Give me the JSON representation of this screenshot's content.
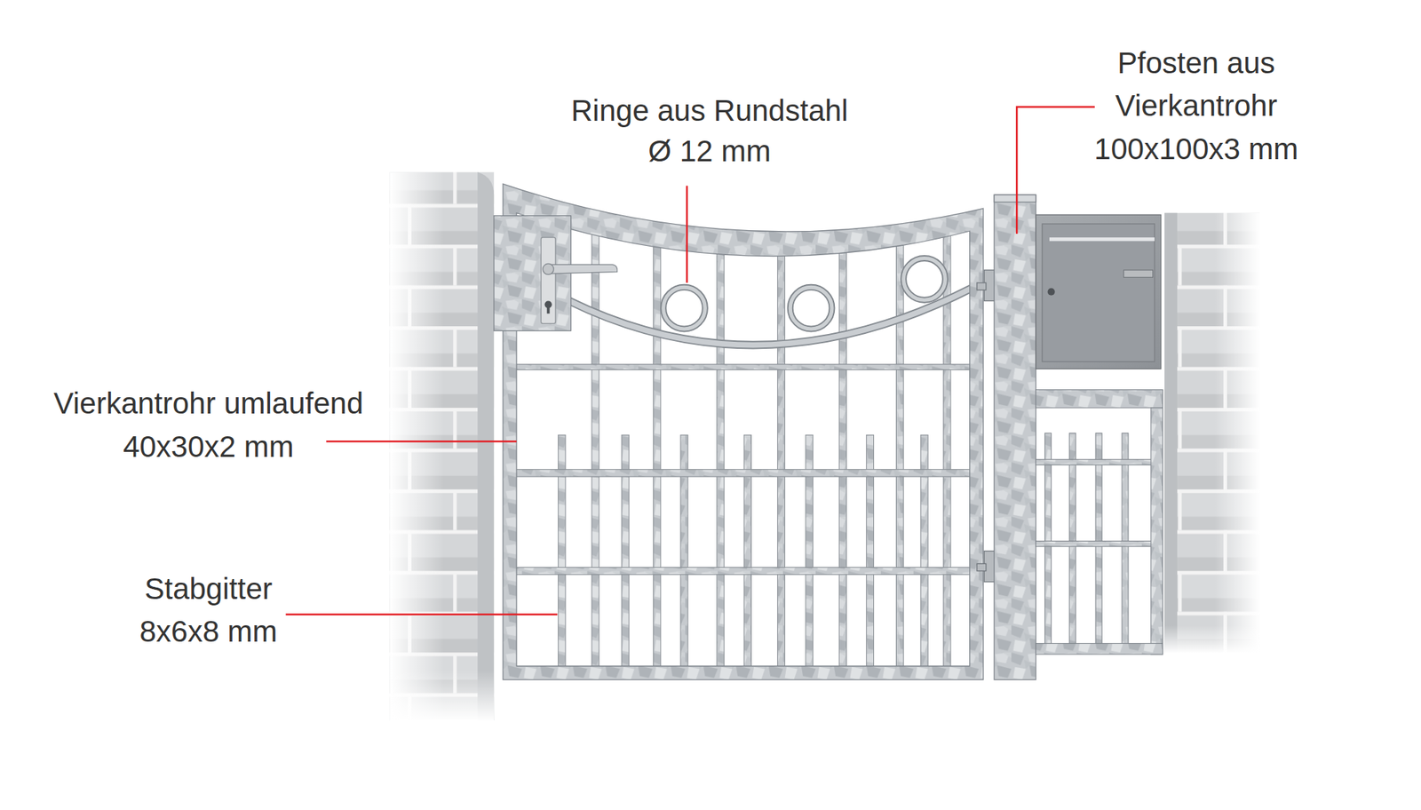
{
  "diagram": {
    "labels": [
      "Ringe aus Rundstahl",
      "Ø 12 mm",
      "Pfosten aus",
      "Vierkantrohr",
      "100x100x3 mm",
      "Vierkantrohr umlaufend",
      "40x30x2 mm",
      "Stabgitter",
      "8x6x8 mm"
    ]
  }
}
